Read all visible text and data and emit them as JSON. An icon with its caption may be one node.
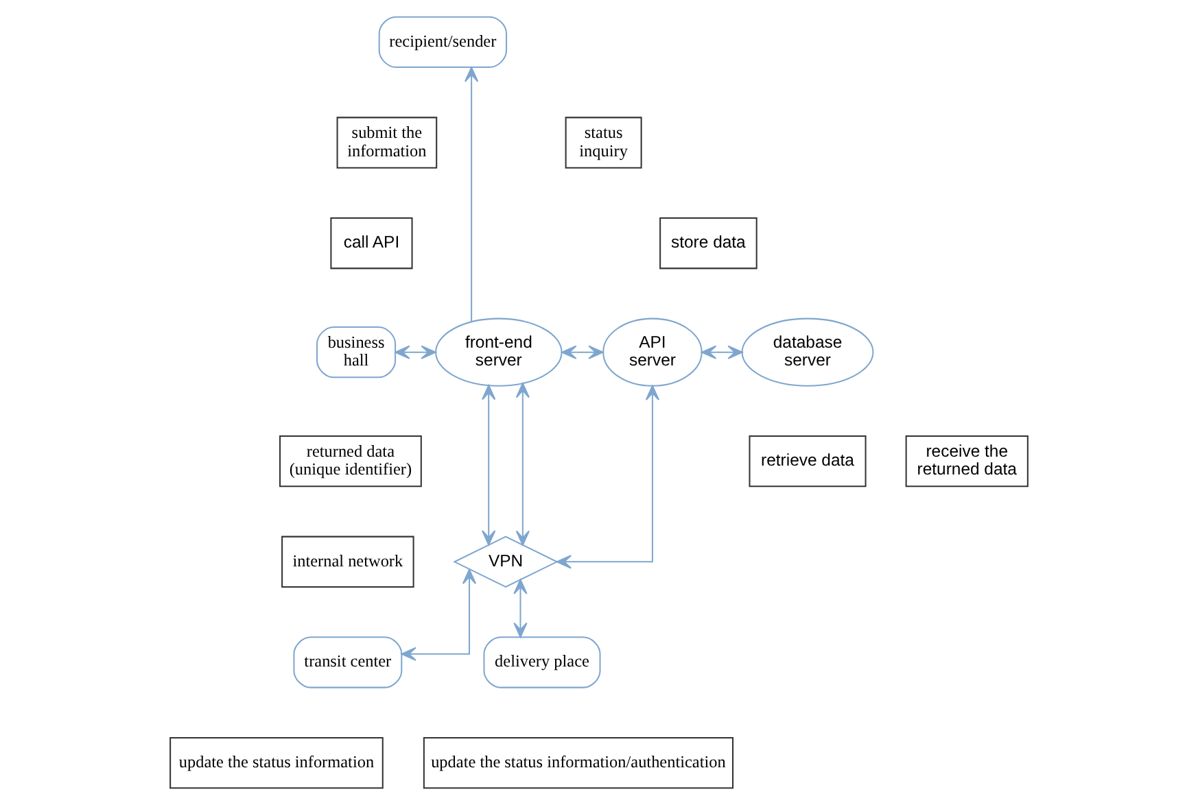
{
  "diagram": {
    "nodes": [
      {
        "text": [
          "recipient/sender"
        ]
      },
      {
        "text": [
          "submit the information"
        ]
      },
      {
        "text": [
          "status inquiry"
        ]
      },
      {
        "text": [
          "business hall"
        ]
      },
      {
        "text": [
          "front-end server"
        ]
      },
      {
        "text": [
          "call API"
        ]
      },
      {
        "text": [
          "API server"
        ]
      },
      {
        "text": [
          "store data"
        ]
      },
      {
        "text": [
          "database server"
        ]
      },
      {
        "text": [
          "receive the returned data"
        ]
      },
      {
        "text": [
          "retrieve data"
        ]
      },
      {
        "text": [
          "returned data (unique identifier)"
        ]
      },
      {
        "text": [
          "internal network"
        ]
      },
      {
        "text": [
          "VPN"
        ]
      },
      {
        "text": [
          "transit center"
        ]
      },
      {
        "text": [
          "delivery place"
        ]
      },
      {
        "text": [
          "update the status information"
        ]
      },
      {
        "text": [
          "update the status information/authentication"
        ]
      }
    ],
    "edges": [
      {
        "from": 3,
        "to": 4,
        "arrow": "both"
      },
      {
        "from": 4,
        "to": 0,
        "arrow": "to"
      },
      {
        "from": 4,
        "to": 6,
        "arrow": "both"
      },
      {
        "from": 6,
        "to": 8,
        "arrow": "both"
      },
      {
        "from": 13,
        "to": 4,
        "arrow": "both"
      },
      {
        "from": 4,
        "to": 13,
        "arrow": "both"
      },
      {
        "from": 6,
        "to": 13,
        "arrow": "both"
      },
      {
        "from": 13,
        "to": 14,
        "arrow": "both"
      },
      {
        "from": 13,
        "to": 15,
        "arrow": "both"
      }
    ]
  }
}
